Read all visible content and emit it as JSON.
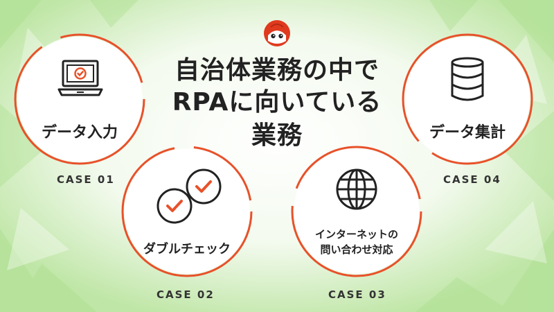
{
  "title": {
    "line1": "自治体業務の中で",
    "line2": "RPAに向いている業務"
  },
  "cases": [
    {
      "label": "データ入力",
      "case": "CASE 01",
      "icon": "laptop-check-icon"
    },
    {
      "label": "ダブルチェック",
      "case": "CASE 02",
      "icon": "double-check-icon"
    },
    {
      "label_line1": "インターネットの",
      "label_line2": "問い合わせ対応",
      "case": "CASE 03",
      "icon": "globe-icon"
    },
    {
      "label": "データ集計",
      "case": "CASE 04",
      "icon": "database-icon"
    }
  ],
  "colors": {
    "accent": "#e8512a",
    "green_light": "#c9ecb3",
    "text": "#222222"
  },
  "logo": "mascot-logo-icon"
}
